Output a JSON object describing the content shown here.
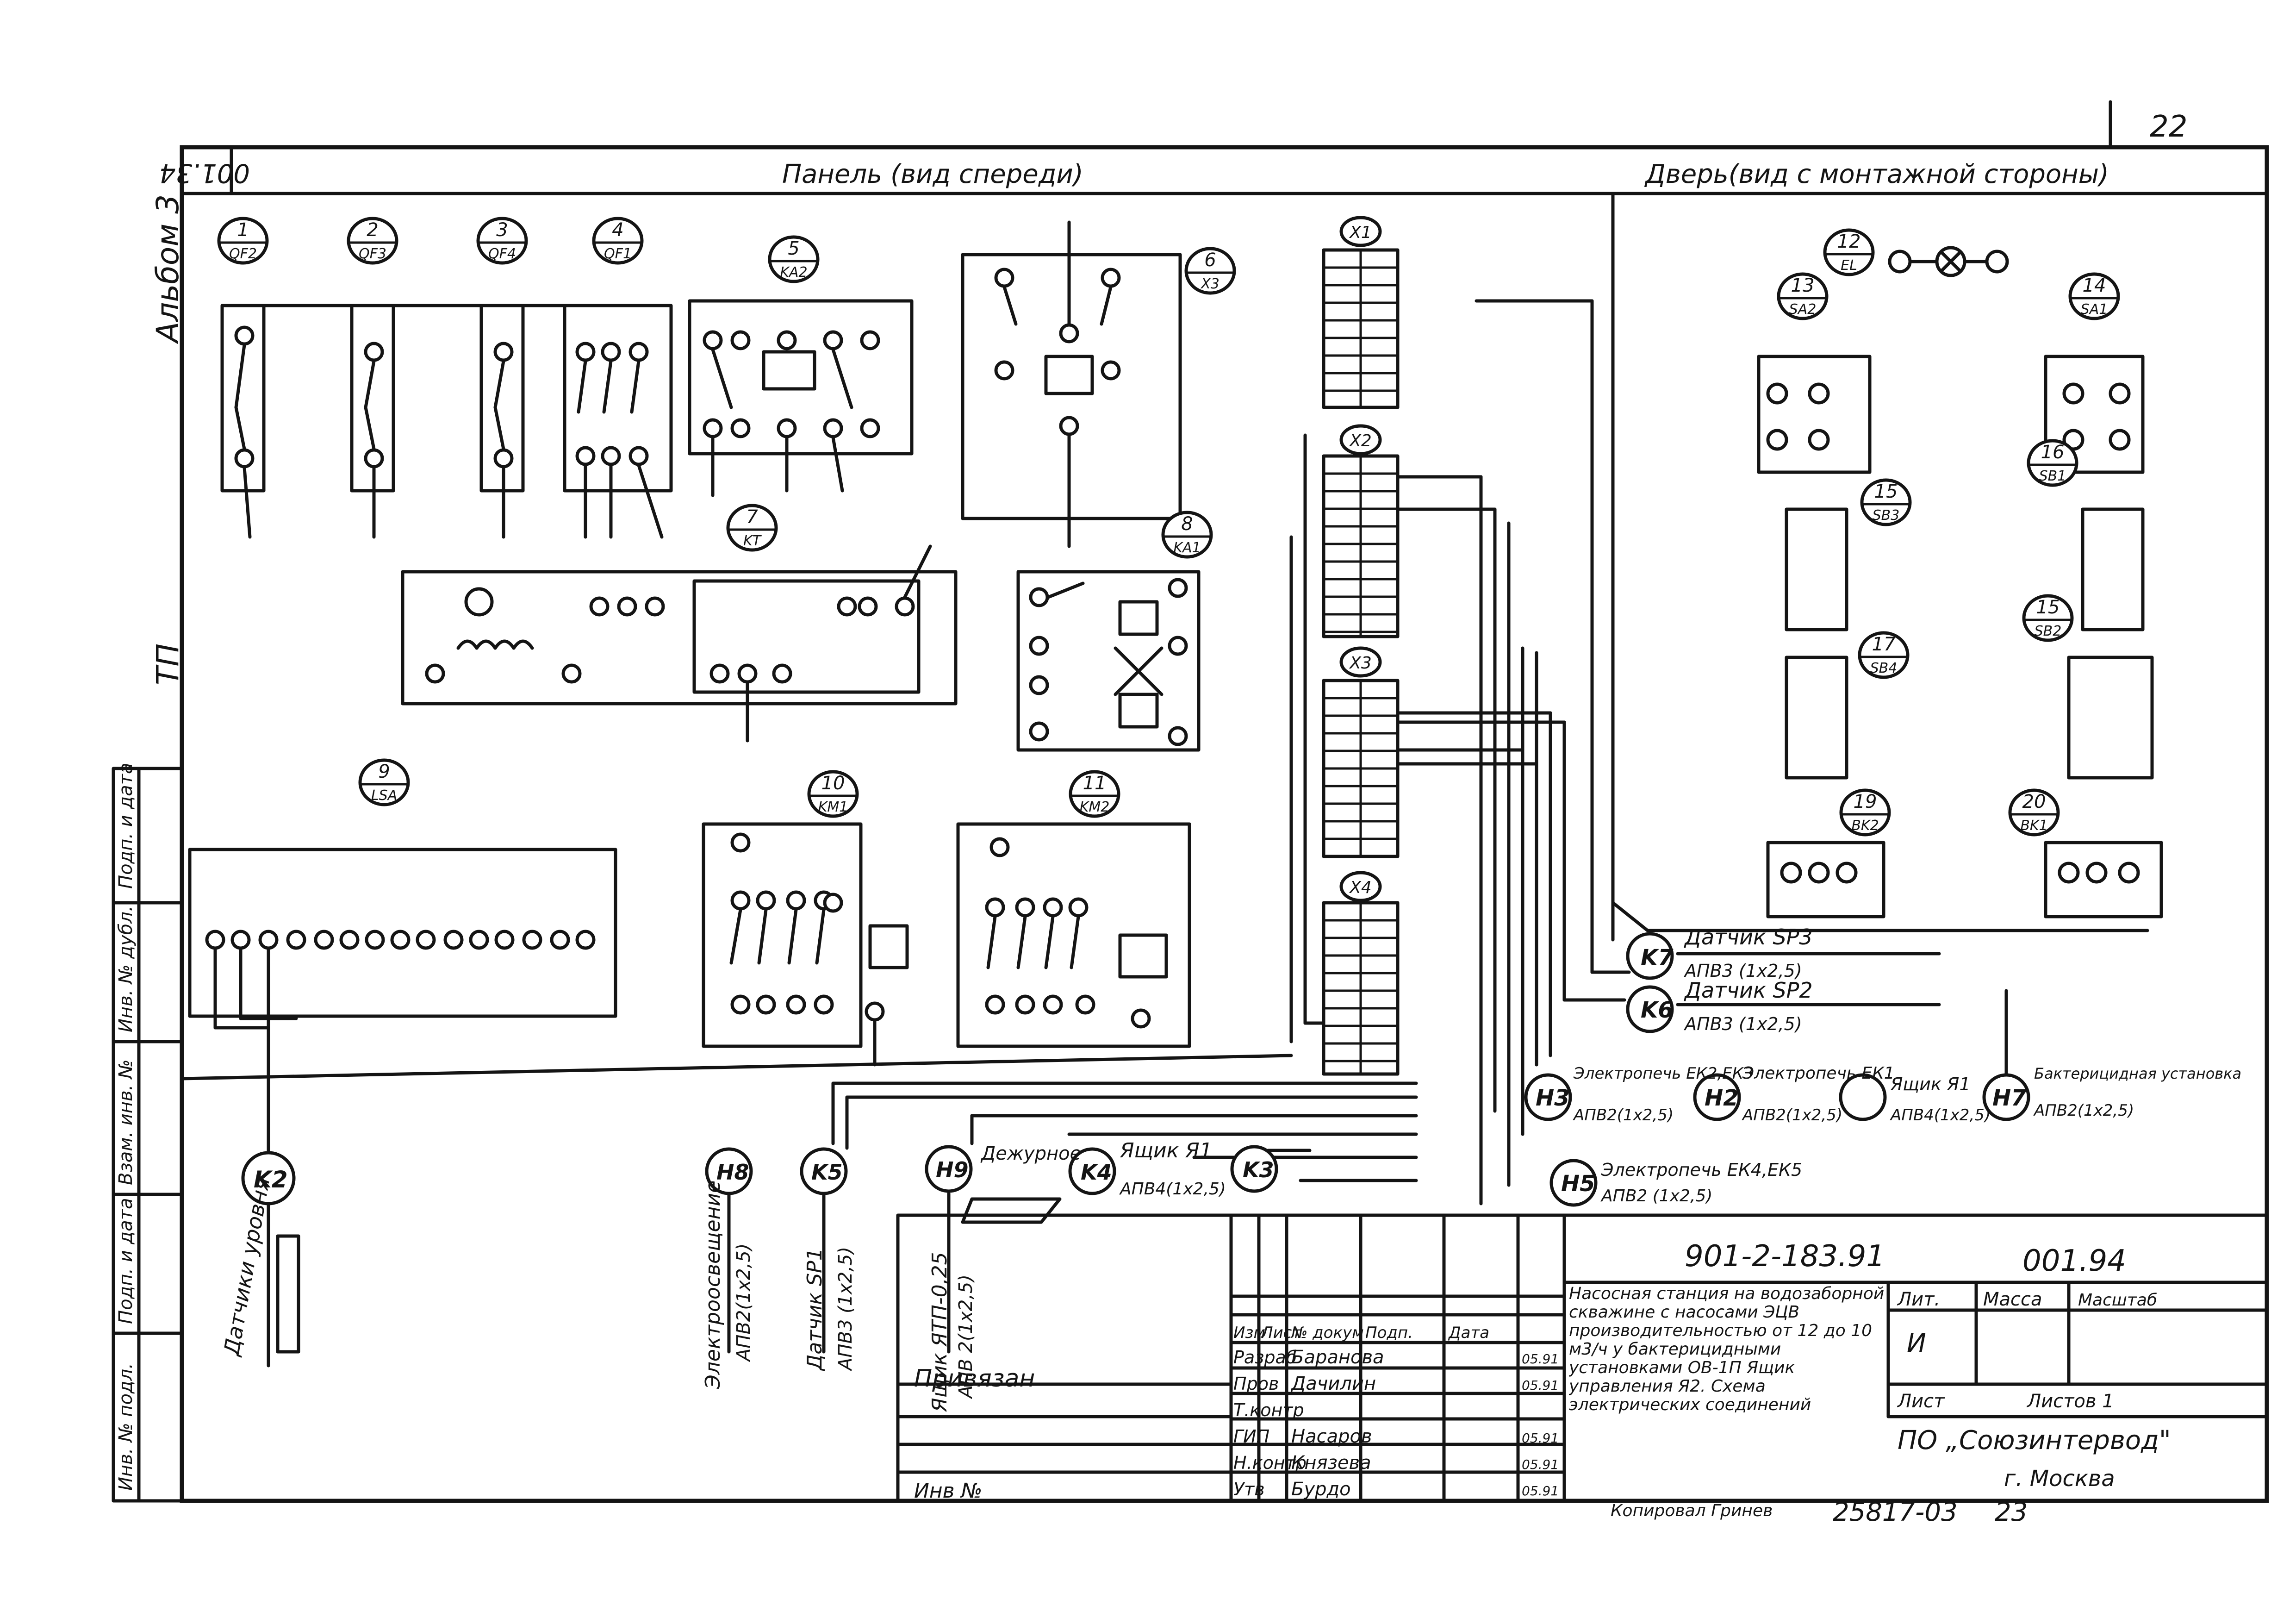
{
  "sheet": {
    "sheet_number": "22",
    "doc_code_stamp": "001.34",
    "panel_title": "Панель (вид спереди)",
    "door_title": "Дверь(вид с монтажной стороны)",
    "album": "Альбом 3",
    "tp_label": "ТП",
    "bottom_ref_label": "Копировал Гринев",
    "bottom_ref_number": "25817-03",
    "bottom_page": "23"
  },
  "side_stamp": {
    "labels": [
      "Подп. и дата",
      "Инв. № дубл.",
      "Взам. инв. №",
      "Подп. и дата",
      "Инв. № подл."
    ]
  },
  "devices_panel": [
    {
      "num": "1",
      "tag": "QF2"
    },
    {
      "num": "2",
      "tag": "QF3"
    },
    {
      "num": "3",
      "tag": "QF4"
    },
    {
      "num": "4",
      "tag": "QF1"
    },
    {
      "num": "5",
      "tag": "KA2"
    },
    {
      "num": "6",
      "tag": "X3"
    },
    {
      "num": "7",
      "tag": "KT"
    },
    {
      "num": "8",
      "tag": "KA1"
    },
    {
      "num": "9",
      "tag": "LSA"
    },
    {
      "num": "10",
      "tag": "KM1"
    },
    {
      "num": "11",
      "tag": "KM2"
    }
  ],
  "devices_door": [
    {
      "num": "12",
      "tag": "EL"
    },
    {
      "num": "13",
      "tag": "SA2"
    },
    {
      "num": "14",
      "tag": "SA1"
    },
    {
      "num": "15",
      "tag": "SB3"
    },
    {
      "num": "16",
      "tag": "SB1"
    },
    {
      "num": "17",
      "tag": "SB4"
    },
    {
      "num": "15",
      "tag": "SB2"
    },
    {
      "num": "19",
      "tag": "BK2"
    },
    {
      "num": "20",
      "tag": "BK1"
    }
  ],
  "terminal_blocks": [
    "X1",
    "X2",
    "X3",
    "X4"
  ],
  "cables": [
    {
      "id": "K7",
      "name": "Датчик SP3",
      "type": "АПВ3 (1x2,5)"
    },
    {
      "id": "K6",
      "name": "Датчик SP2",
      "type": "АПВ3 (1x2,5)"
    },
    {
      "id": "H3",
      "name": "Электропечь ЕК2,ЕК3",
      "type": "АПВ2(1x2,5)"
    },
    {
      "id": "H2",
      "name": "Электропечь ЕК1",
      "type": "АПВ2(1x2,5)"
    },
    {
      "id": "",
      "name": "Ящик Я1",
      "type": "АПВ4(1x2,5)"
    },
    {
      "id": "H7",
      "name": "Бактерицидная установка",
      "type": "АПВ2(1x2,5)"
    },
    {
      "id": "H5",
      "name": "Электропечь ЕК4,ЕК5",
      "type": "АПВ2 (1x2,5)"
    },
    {
      "id": "K4",
      "name": "Ящик Я1",
      "type": "АПВ4(1x2,5)"
    },
    {
      "id": "K3",
      "name": "",
      "type": ""
    },
    {
      "id": "H9",
      "name": "Дежурное",
      "type": ""
    },
    {
      "id": "H8",
      "name": "Электроосвещение",
      "type": "АПВ2(1x2,5)"
    },
    {
      "id": "K5",
      "name": "Датчик SP1",
      "type": "АПВ3 (1x2,5)"
    },
    {
      "id": "K2",
      "name": "Датчики уровня",
      "type": ""
    },
    {
      "id": "",
      "name": "Ящик ЯТП-0,25",
      "type": "АПВ 2(1x2,5)"
    }
  ],
  "title_block": {
    "project_code": "901-2-183.91",
    "sheet_code": "001.94",
    "description": "Насосная станция на водозаборной скважине с насосами ЭЦВ производительностью от 12 до 10 м3/ч у бактерицидными установками ОВ-1П Ящик управления Я2. Схема электрических соединений",
    "lit_label": "Лит.",
    "mass_label": "Масса",
    "scale_label": "Масштаб",
    "lit_value": "И",
    "sheet_label": "Лист",
    "sheets_label": "Листов 1",
    "organization": "ПО „Союзинтервод\"",
    "city": "г. Москва",
    "attached_label": "Привязан",
    "inv_label": "Инв №",
    "header": [
      "Изм",
      "Лист",
      "№ докум",
      "Подп.",
      "Дата"
    ],
    "rows": [
      {
        "role": "Разраб",
        "name": "Баранова",
        "date": "05.91"
      },
      {
        "role": "Пров",
        "name": "Дачилин",
        "date": "05.91"
      },
      {
        "role": "Т.контр",
        "name": "",
        "date": ""
      },
      {
        "role": "ГИП",
        "name": "Насаров",
        "date": "05.91"
      },
      {
        "role": "Н.контр",
        "name": "Князева",
        "date": "05.91"
      },
      {
        "role": "Утв",
        "name": "Бурдо",
        "date": "05.91"
      }
    ]
  }
}
